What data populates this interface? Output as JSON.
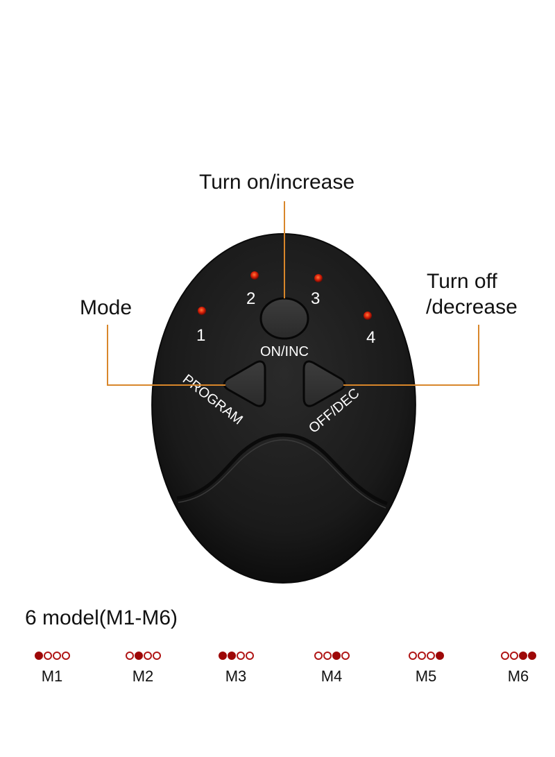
{
  "colors": {
    "callout_line": "#d8862a",
    "device_body": "#1c1c1c",
    "led": "#e0260c",
    "mode_dot": "#9e0808"
  },
  "callouts": {
    "turn_on": "Turn on/increase",
    "mode": "Mode",
    "turn_off_line1": "Turn off",
    "turn_off_line2": "/decrease"
  },
  "device": {
    "leds": [
      {
        "number": "1"
      },
      {
        "number": "2"
      },
      {
        "number": "3"
      },
      {
        "number": "4"
      }
    ],
    "buttons": {
      "on_inc": "ON/INC",
      "program": "PROGRAM",
      "off_dec": "OFF/DEC"
    }
  },
  "modes": {
    "title": "6 model(M1-M6)",
    "items": [
      {
        "label": "M1",
        "pattern": [
          1,
          0,
          0,
          0
        ]
      },
      {
        "label": "M2",
        "pattern": [
          0,
          1,
          0,
          0
        ]
      },
      {
        "label": "M3",
        "pattern": [
          1,
          1,
          0,
          0
        ]
      },
      {
        "label": "M4",
        "pattern": [
          0,
          0,
          1,
          0
        ]
      },
      {
        "label": "M5",
        "pattern": [
          0,
          0,
          0,
          1
        ]
      },
      {
        "label": "M6",
        "pattern": [
          0,
          0,
          1,
          1
        ]
      }
    ]
  }
}
